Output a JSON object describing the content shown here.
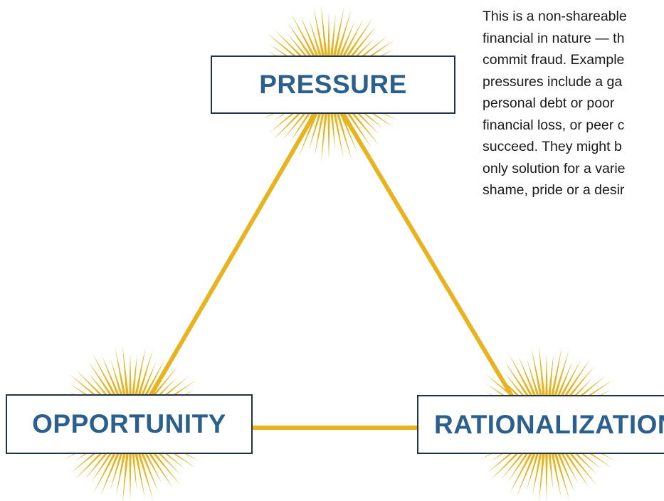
{
  "colors": {
    "accent_gold": "#e8b31e",
    "box_border": "#23344a",
    "label_blue": "#2a5f8e",
    "text": "#1a1a1a"
  },
  "nodes": {
    "pressure": {
      "label": "PRESSURE"
    },
    "opportunity": {
      "label": "OPPORTUNITY"
    },
    "rationalization": {
      "label": "RATIONALIZATION"
    }
  },
  "description": {
    "text": "This is a non-shareable\nfinancial in nature — th\ncommit fraud. Example\npressures include a ga\npersonal debt or poor\nfinancial loss, or peer c\nsucceed. They might b\nonly solution for a varie\nshame, pride or a desir"
  }
}
